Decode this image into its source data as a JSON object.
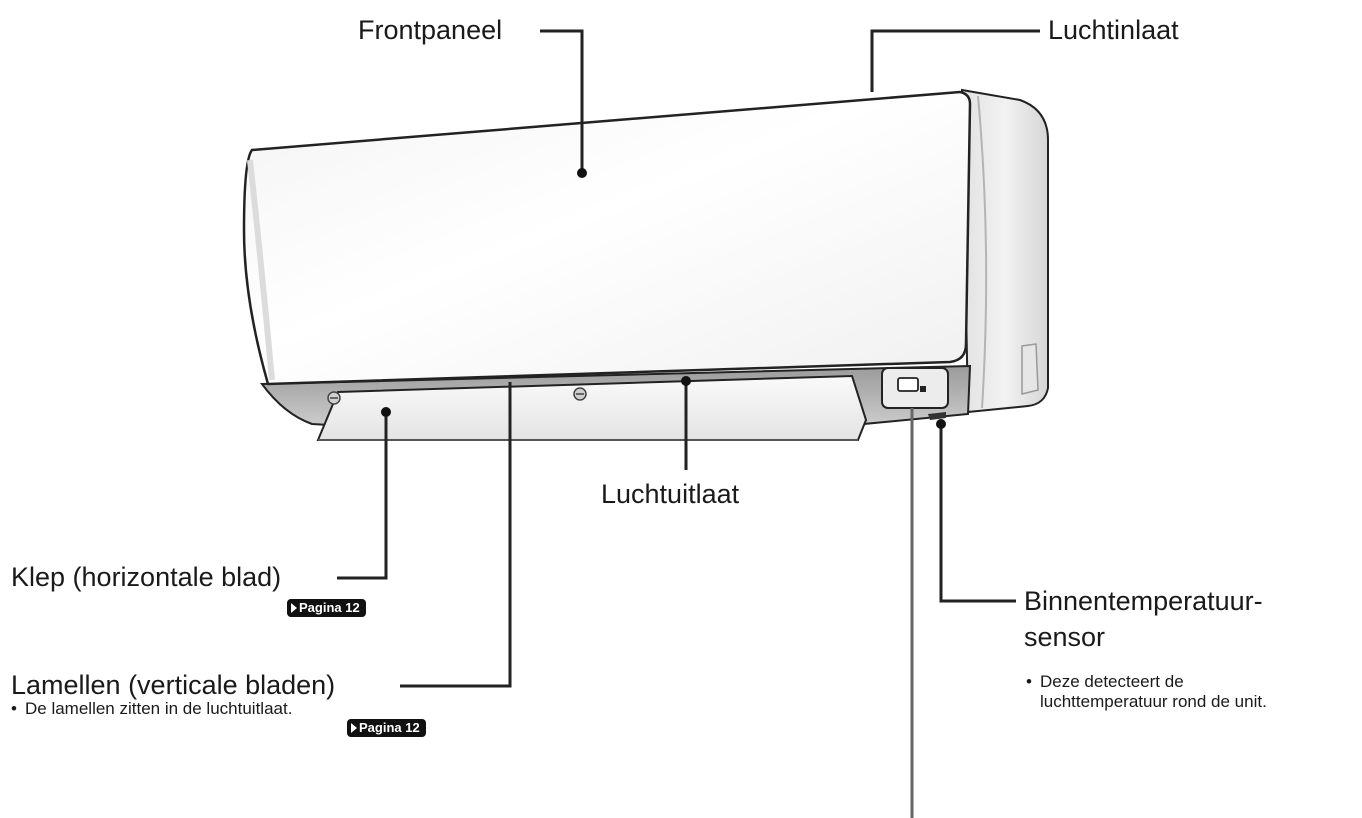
{
  "labels": {
    "frontpaneel": "Frontpaneel",
    "luchtinlaat": "Luchtinlaat",
    "luchtuitlaat": "Luchtuitlaat",
    "klep": "Klep (horizontale blad)",
    "lamellen": "Lamellen (verticale bladen)",
    "sensor_line1": "Binnentemperatuur-",
    "sensor_line2": "sensor"
  },
  "notes": {
    "bullet": "•",
    "lamellen": "De lamellen zitten in de luchtuitlaat.",
    "sensor_line1": "Deze detecteert de",
    "sensor_line2": "luchttemperatuur rond de unit."
  },
  "badges": {
    "klep": "Pagina 12",
    "lamellen": "Pagina 12"
  }
}
